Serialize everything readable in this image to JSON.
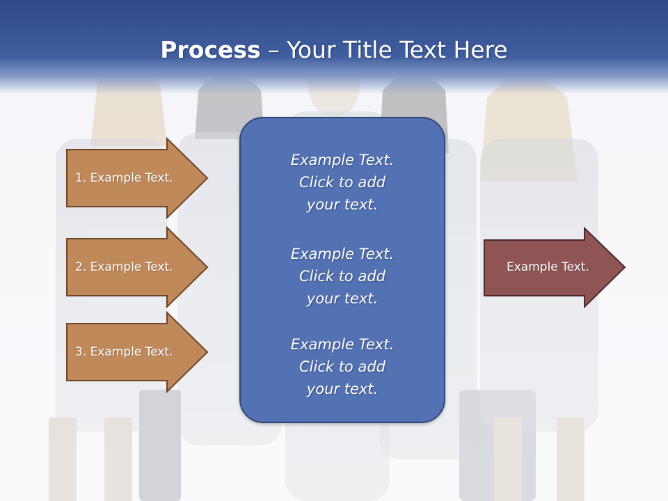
{
  "slide": {
    "title_bold": "Process",
    "title_rest": " – Your Title Text Here",
    "left_steps": [
      {
        "label": "1. Example Text."
      },
      {
        "label": "2. Example Text."
      },
      {
        "label": "3. Example Text."
      }
    ],
    "center_blocks": [
      {
        "line1": "Example Text.",
        "line2": "Click  to add",
        "line3": "your text."
      },
      {
        "line1": "Example Text.",
        "line2": "Click  to add",
        "line3": "your text."
      },
      {
        "line1": "Example Text.",
        "line2": "Click  to add",
        "line3": "your text."
      }
    ],
    "result": {
      "label": "Example Text."
    }
  },
  "colors": {
    "step_fill": "#c0895a",
    "step_border": "#6a4526",
    "result_fill": "#8f5555",
    "result_border": "#4b2828",
    "center_fill": "#5372b4",
    "header": "#2f4a86"
  }
}
